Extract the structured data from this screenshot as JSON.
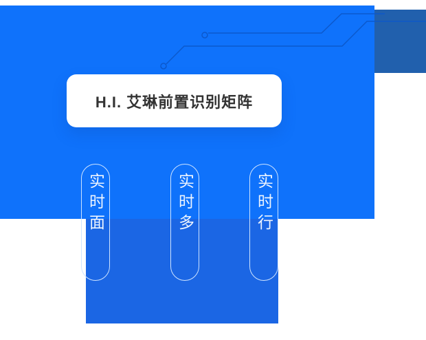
{
  "page": {
    "title_card": {
      "title": "H.I. 艾琳前置识别矩阵"
    },
    "feature_pills": [
      {
        "label": "实时面"
      },
      {
        "label": "实时多"
      },
      {
        "label": "实时行"
      }
    ]
  },
  "colors": {
    "primary_blue": "#0f72fb",
    "deep_blue": "#2160ad",
    "panel_blue": "#1b66e4",
    "circuit_line": "#0d57c9",
    "card_bg": "#ffffff",
    "title_text": "#333333",
    "pill_border": "#cfe4ff",
    "pill_text": "#ecf4ff"
  }
}
